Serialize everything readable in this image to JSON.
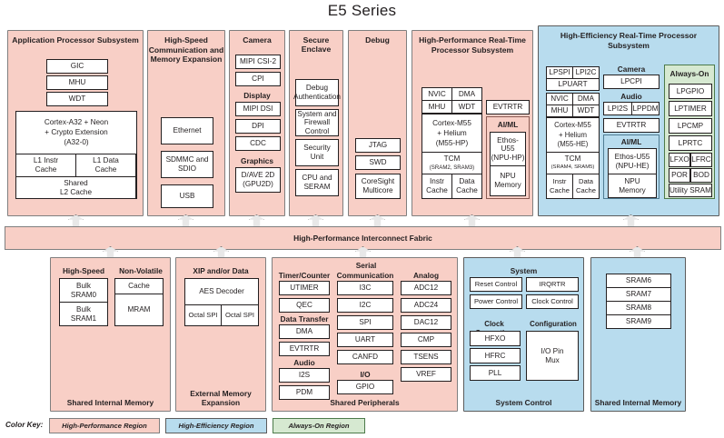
{
  "title": "E5 Series",
  "colors": {
    "high_performance": "#f8cfc6",
    "high_efficiency": "#b8dcee",
    "always_on": "#d6e9d1",
    "box_white": "#ffffff",
    "outline": "#231f20"
  },
  "color_key": {
    "label": "Color Key:",
    "items": [
      {
        "name": "High-Performance Region",
        "color": "#f8cfc6"
      },
      {
        "name": "High-Efficiency Region",
        "color": "#b8dcee"
      },
      {
        "name": "Always-On Region",
        "color": "#d6e9d1"
      }
    ]
  },
  "interconnect": {
    "label": "High-Performance Interconnect Fabric"
  },
  "top_row": {
    "app_processor": {
      "title": "Application Processor Subsystem",
      "boxes": [
        "GIC",
        "MHU",
        "WDT"
      ],
      "core": {
        "lines": [
          "Cortex-A32 + Neon",
          "+ Crypto Extension",
          "(A32-0)"
        ],
        "l1_instr": "L1 Instr Cache",
        "l1_instr_l1": "L1 Instr",
        "l1_instr_l2": "Cache",
        "l1_data_l1": "L1 Data",
        "l1_data_l2": "Cache",
        "l2_l1": "Shared",
        "l2_l2": "L2 Cache"
      }
    },
    "high_speed_comm": {
      "title": "High-Speed Communication and Memory Expansion",
      "boxes": [
        "Ethernet",
        "SDMMC and SDIO",
        "USB"
      ]
    },
    "camera": {
      "title": "Camera",
      "camera_boxes": [
        "MIPI CSI-2",
        "CPI"
      ],
      "display_title": "Display",
      "display_boxes": [
        "MIPI DSI",
        "DPI",
        "CDC"
      ],
      "graphics_title": "Graphics",
      "graphics_box_l1": "D/AVE 2D",
      "graphics_box_l2": "(GPU2D)"
    },
    "secure_enclave": {
      "title": "Secure Enclave",
      "boxes": [
        {
          "l1": "Debug",
          "l2": "Authentication"
        },
        {
          "l1": "System and",
          "l2": "Firewall Control"
        },
        {
          "l1": "Security",
          "l2": "Unit"
        },
        {
          "l1": "CPU and",
          "l2": "SERAM"
        }
      ]
    },
    "debug": {
      "title": "Debug",
      "boxes": [
        "JTAG",
        "SWD"
      ],
      "coresight_l1": "CoreSight",
      "coresight_l2": "Multicore"
    },
    "hp_rt": {
      "title": "High-Performance Real-Time Processor Subsystem",
      "nvic": "NVIC",
      "dma": "DMA",
      "mhu": "MHU",
      "wdt": "WDT",
      "core_l1": "Cortex-M55",
      "core_l2": "+ Helium",
      "core_l3": "(M55-HP)",
      "tcm": "TCM",
      "tcm_sub": "(SRAM2, SRAM3)",
      "instr_l1": "Instr",
      "instr_l2": "Cache",
      "data_l1": "Data",
      "data_l2": "Cache",
      "evtrtr": "EVTRTR",
      "aiml_title": "AI/ML",
      "ethos_l1": "Ethos-U55",
      "ethos_l2": "(NPU-HP)",
      "npu_l1": "NPU",
      "npu_l2": "Memory"
    },
    "he_rt": {
      "title": "High-Efficiency Real-Time Processor Subsystem",
      "lpspi": "LPSPI",
      "lpi2c": "LPI2C",
      "lpuart": "LPUART",
      "nvic": "NVIC",
      "dma": "DMA",
      "mhu": "MHU",
      "wdt": "WDT",
      "core_l1": "Cortex-M55",
      "core_l2": "+ Helium",
      "core_l3": "(M55-HE)",
      "tcm": "TCM",
      "tcm_sub": "(SRAM4, SRAM5)",
      "instr_l1": "Instr",
      "instr_l2": "Cache",
      "data_l1": "Data",
      "data_l2": "Cache",
      "camera_title": "Camera",
      "lpcpi": "LPCPI",
      "audio_title": "Audio",
      "lpi2s": "LPI2S",
      "lppdm": "LPPDM",
      "evtrtr": "EVTRTR",
      "aiml_title": "AI/ML",
      "ethos_l1": "Ethos-U55",
      "ethos_l2": "(NPU-HE)",
      "npu_l1": "NPU",
      "npu_l2": "Memory",
      "always_on": {
        "title": "Always-On",
        "boxes": [
          "LPGPIO",
          "LPTIMER",
          "LPCMP",
          "LPRTC"
        ],
        "lfxo": "LFXO",
        "lfrc": "LFRC",
        "por": "POR",
        "bod": "BOD",
        "utility_sram": "Utility SRAM"
      }
    }
  },
  "bottom_row": {
    "shared_internal_memory_left": {
      "footer": "Shared Internal Memory",
      "high_speed_title": "High-Speed",
      "nv_title": "Non-Volatile",
      "bulk0_l1": "Bulk",
      "bulk0_l2": "SRAM0",
      "bulk1_l1": "Bulk",
      "bulk1_l2": "SRAM1",
      "cache": "Cache",
      "mram": "MRAM"
    },
    "external_memory": {
      "footer": "External Memory Expansion",
      "title": "XIP and/or Data",
      "aes": "AES Decoder",
      "octal_spi_a": "Octal SPI",
      "octal_spi_b": "Octal SPI"
    },
    "shared_peripherals": {
      "footer": "Shared Peripherals",
      "serial_title": "Serial",
      "timer_title": "Timer/Counter",
      "timer_boxes": [
        "UTIMER",
        "QEC"
      ],
      "data_transfer_title": "Data Transfer",
      "data_transfer_boxes": [
        "DMA",
        "EVTRTR"
      ],
      "audio_title": "Audio",
      "audio_boxes": [
        "I2S",
        "PDM"
      ],
      "comm_title": "Communication",
      "comm_boxes": [
        "I3C",
        "I2C",
        "SPI",
        "UART",
        "CANFD"
      ],
      "io_title": "I/O",
      "io_boxes": [
        "GPIO"
      ],
      "analog_title": "Analog",
      "analog_boxes": [
        "ADC12",
        "ADC24",
        "DAC12",
        "CMP",
        "TSENS",
        "VREF"
      ]
    },
    "system_control": {
      "footer": "System Control",
      "system_title": "System",
      "reset_control": "Reset Control",
      "irqrtr": "IRQRTR",
      "power_control": "Power Control",
      "clock_control": "Clock Control",
      "clock_gen_title": "Clock Generation",
      "clock_gen_boxes": [
        "HFXO",
        "HFRC",
        "PLL"
      ],
      "config_title": "Configuration",
      "io_pin_mux_l1": "I/O Pin",
      "io_pin_mux_l2": "Mux"
    },
    "shared_internal_memory_right": {
      "footer": "Shared Internal Memory",
      "boxes": [
        "SRAM6",
        "SRAM7",
        "SRAM8",
        "SRAM9"
      ]
    }
  }
}
